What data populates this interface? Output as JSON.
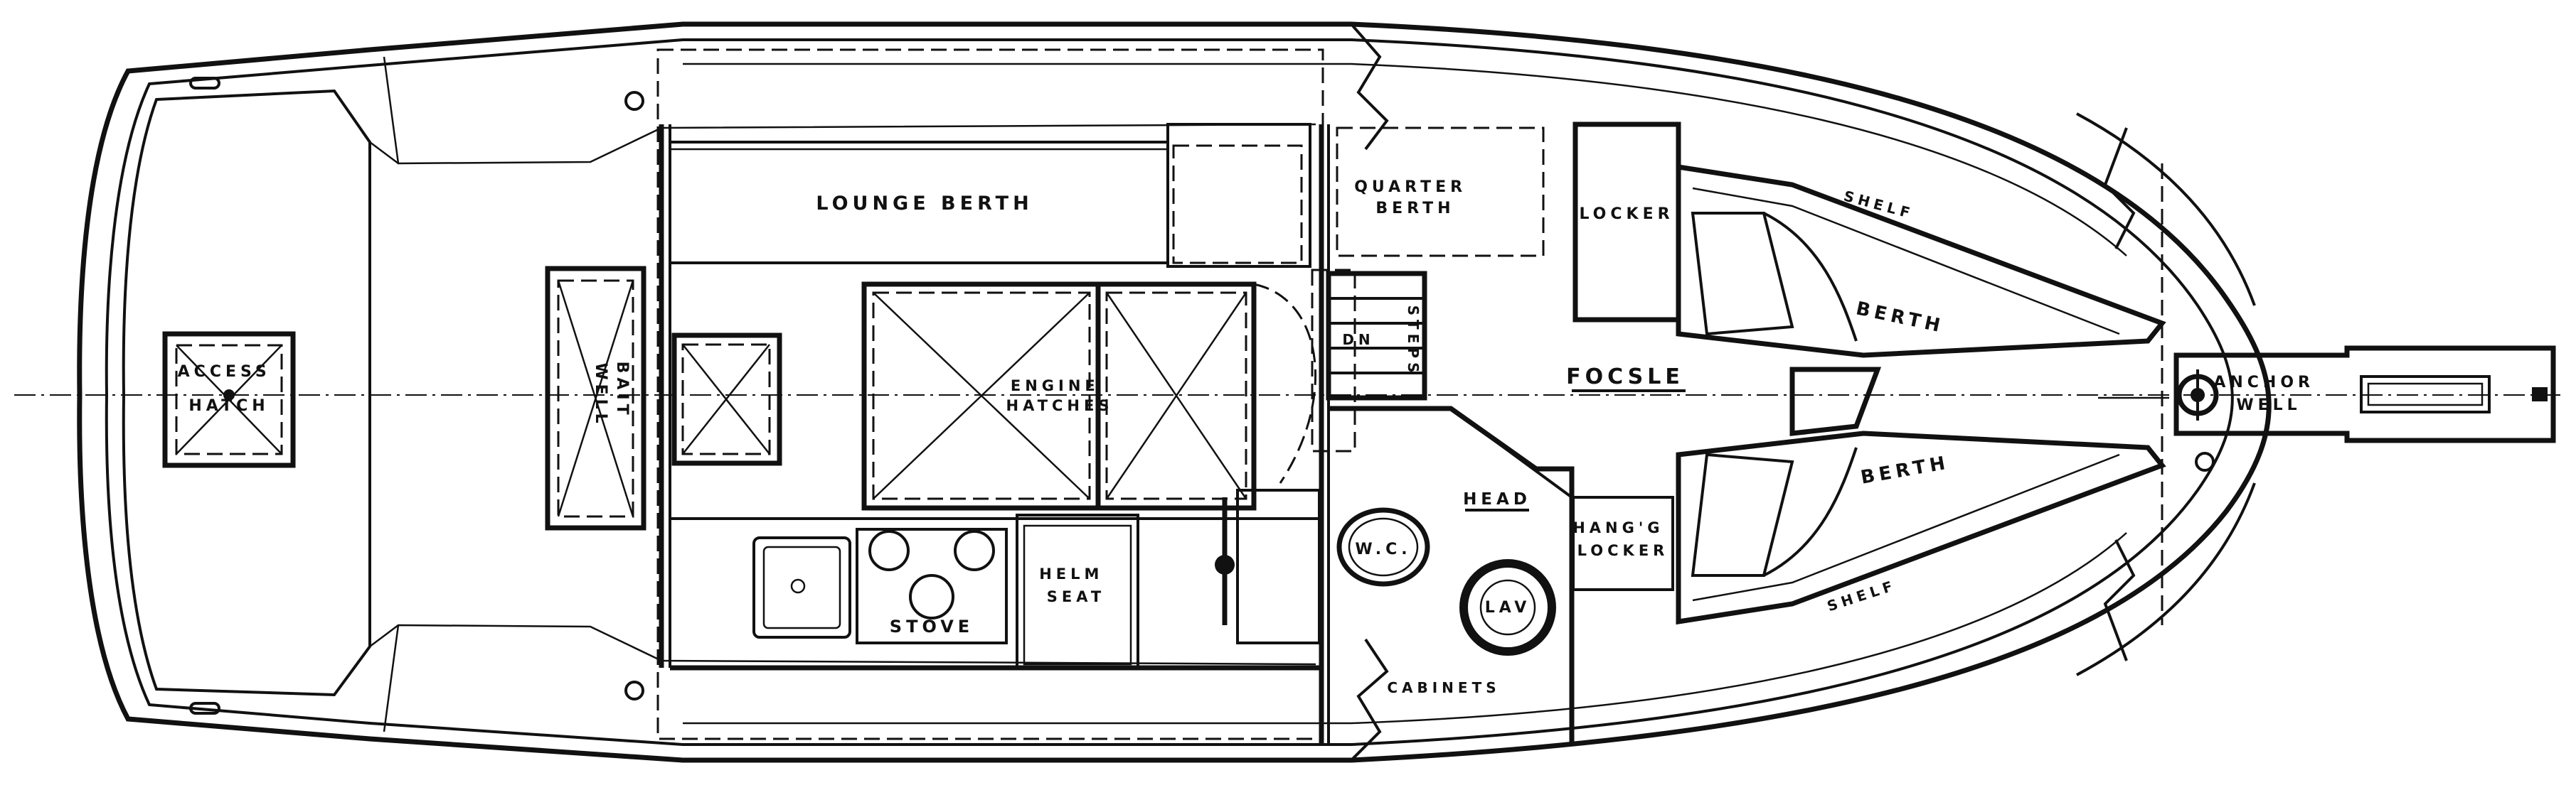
{
  "labels": {
    "access_hatch": "ACCESS\nHATCH",
    "bait_well": "BAIT\nWELL",
    "lounge_berth": "LOUNGE BERTH",
    "engine_hatches": "ENGINE\nHATCHES",
    "quarter_berth": "QUARTER\nBERTH",
    "dn": "DN",
    "steps": "STEPS",
    "locker_upper": "LOCKER",
    "focsle": "FOCSLE",
    "berth_upper": "BERTH",
    "berth_lower": "BERTH",
    "shelf_upper": "SHELF",
    "shelf_lower": "SHELF",
    "head": "HEAD",
    "hanging_locker": "HANG'G\nLOCKER",
    "wc": "W.C.",
    "lav": "LAV",
    "stove": "STOVE",
    "helm_seat": "HELM\nSEAT",
    "cabinets": "CABINETS",
    "anchor_well": "ANCHOR\nWELL"
  },
  "colors": {
    "ink": "#111111",
    "paper": "#ffffff"
  }
}
